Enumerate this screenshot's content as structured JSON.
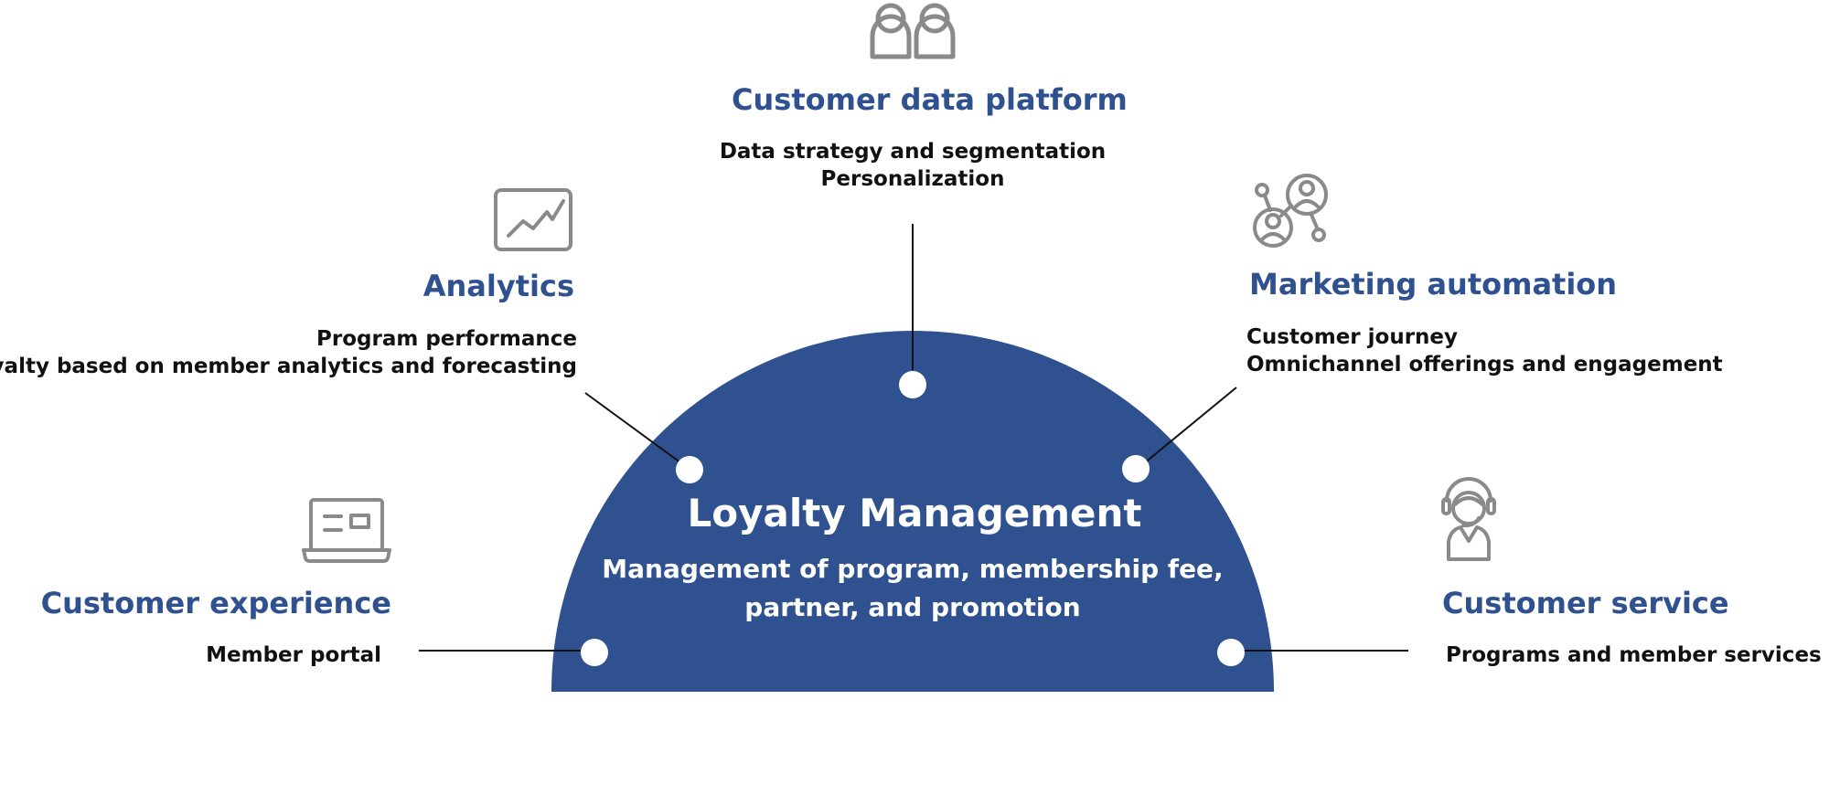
{
  "colors": {
    "accent": "#2f5190",
    "icon_gray": "#8a8a8a",
    "text": "#111111"
  },
  "center": {
    "title": "Loyalty Management",
    "subtitle_lines": [
      "Management of program, membership fee,",
      "partner, and promotion"
    ]
  },
  "items": {
    "customer_data_platform": {
      "icon": "people-icon",
      "title": "Customer data platform",
      "lines": [
        "Data strategy and segmentation",
        "Personalization"
      ]
    },
    "analytics": {
      "icon": "chart-icon",
      "title": "Analytics",
      "lines": [
        "Program performance",
        "Loyalty based on member analytics and forecasting"
      ]
    },
    "marketing_automation": {
      "icon": "network-users-icon",
      "title": "Marketing automation",
      "lines": [
        "Customer journey",
        "Omnichannel offerings and engagement"
      ]
    },
    "customer_experience": {
      "icon": "laptop-icon",
      "title": "Customer experience",
      "lines": [
        "Member portal"
      ]
    },
    "customer_service": {
      "icon": "headset-agent-icon",
      "title": "Customer service",
      "lines": [
        "Programs and member services"
      ]
    }
  }
}
